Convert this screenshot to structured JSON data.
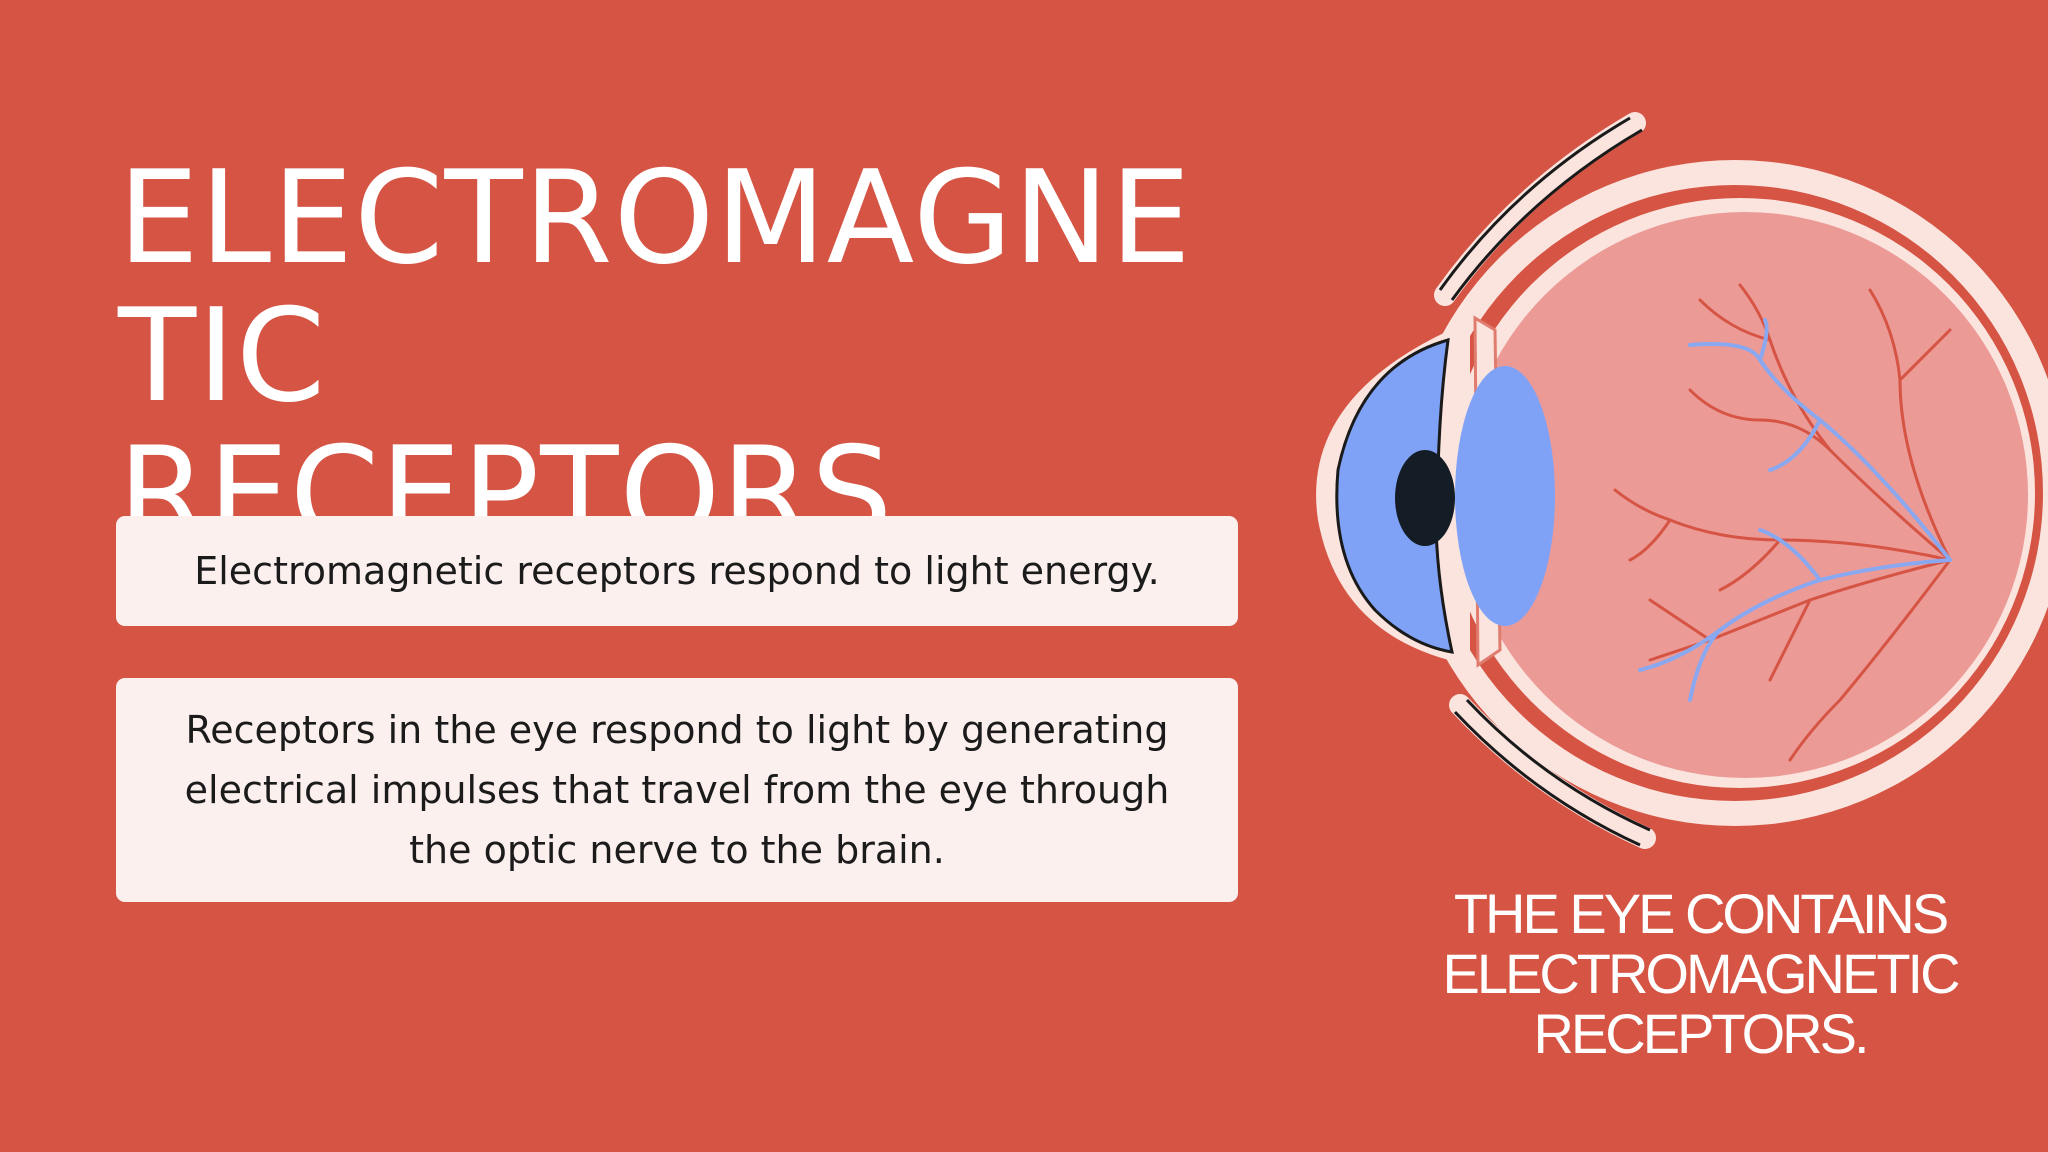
{
  "slide": {
    "title_lines": [
      "ELECTROMAGNE",
      "TIC",
      "RECEPTORS"
    ],
    "card1_text": "Electromagnetic receptors respond to light energy.",
    "card2_text": "Receptors in the eye respond to light by generating electrical impulses that travel from the eye through the optic nerve to the brain.",
    "caption_lines": [
      "THE EYE CONTAINS",
      "ELECTROMAGNETIC",
      "RECEPTORS."
    ]
  },
  "colors": {
    "background": "#d55444",
    "card": "#fcf0ee",
    "eye_interior": "#ec9a96",
    "iris": "#7fa2f7",
    "pupil": "#141c26",
    "sclera": "#fbe4de"
  },
  "icons": [
    "eye-anatomy-illustration"
  ]
}
